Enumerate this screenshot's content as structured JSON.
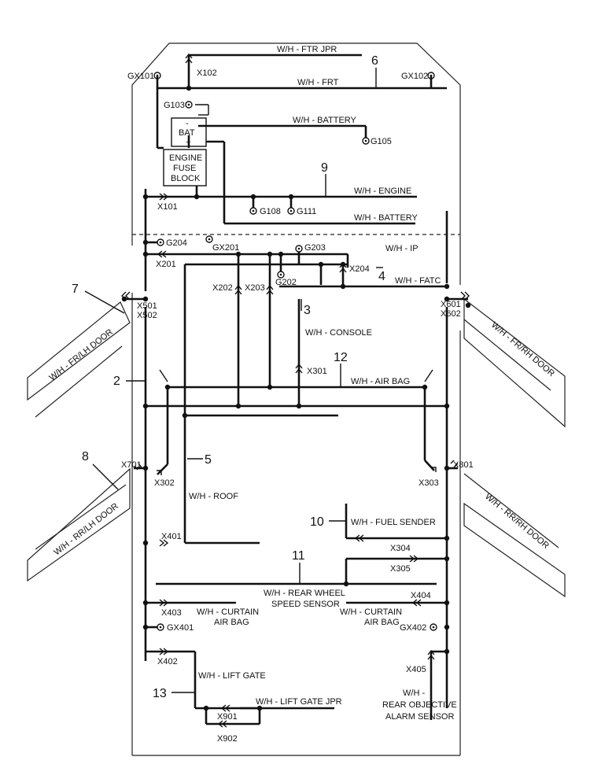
{
  "harness_labels": {
    "ftr_jpr": "W/H - FTR JPR",
    "frt": "W/H - FRT",
    "battery_top": "W/H - BATTERY",
    "engine": "W/H - ENGINE",
    "battery_low": "W/H - BATTERY",
    "ip": "W/H - IP",
    "fatc": "W/H - FATC",
    "console": "W/H - CONSOLE",
    "air_bag": "W/H - AIR BAG",
    "roof": "W/H - ROOF",
    "fuel_sender": "W/H - FUEL SENDER",
    "rear_wheel_1": "W/H - REAR WHEEL",
    "rear_wheel_2": "SPEED SENSOR",
    "curtain_l_1": "W/H - CURTAIN",
    "curtain_l_2": "AIR BAG",
    "curtain_r_1": "W/H - CURTAIN",
    "curtain_r_2": "AIR BAG",
    "lift_gate": "W/H - LIFT GATE",
    "lift_gate_jpr": "W/H - LIFT GATE JPR",
    "rear_obj_1": "W/H -",
    "rear_obj_2": "REAR OBJECTIVE",
    "rear_obj_3": "ALARM SENSOR",
    "fr_lh_door": "W/H - FR/LH DOOR",
    "fr_rh_door": "W/H - FR/RH DOOR",
    "rr_lh_door": "W/H - RR/LH DOOR",
    "rr_rh_door": "W/H - RR/RH DOOR"
  },
  "components": {
    "bat_minus": "-",
    "bat": "BAT",
    "bat_plus": "+",
    "engine_fuse_1": "ENGINE",
    "engine_fuse_2": "FUSE",
    "engine_fuse_3": "BLOCK"
  },
  "connectors": {
    "X102": "X102",
    "X101": "X101",
    "X201": "X201",
    "X202": "X202",
    "X203": "X203",
    "X204": "X204",
    "X301": "X301",
    "X302": "X302",
    "X303": "X303",
    "X304": "X304",
    "X305": "X305",
    "X401": "X401",
    "X402": "X402",
    "X403": "X403",
    "X404": "X404",
    "X405": "X405",
    "X501": "X501",
    "X502": "X502",
    "X601": "X601",
    "X602": "X602",
    "X701": "X701",
    "X801": "X801",
    "X901": "X901",
    "X902": "X902"
  },
  "grounds": {
    "GX101": "GX101",
    "GX102": "GX102",
    "G103": "G103",
    "G105": "G105",
    "G108": "G108",
    "G111": "G111",
    "G204": "G204",
    "GX201": "GX201",
    "G203": "G203",
    "G202": "G202",
    "GX401": "GX401",
    "GX402": "GX402"
  },
  "callouts": {
    "n2": "2",
    "n3": "3",
    "n4": "4",
    "n5": "5",
    "n6": "6",
    "n7": "7",
    "n8": "8",
    "n9": "9",
    "n10": "10",
    "n11": "11",
    "n12": "12",
    "n13": "13"
  }
}
